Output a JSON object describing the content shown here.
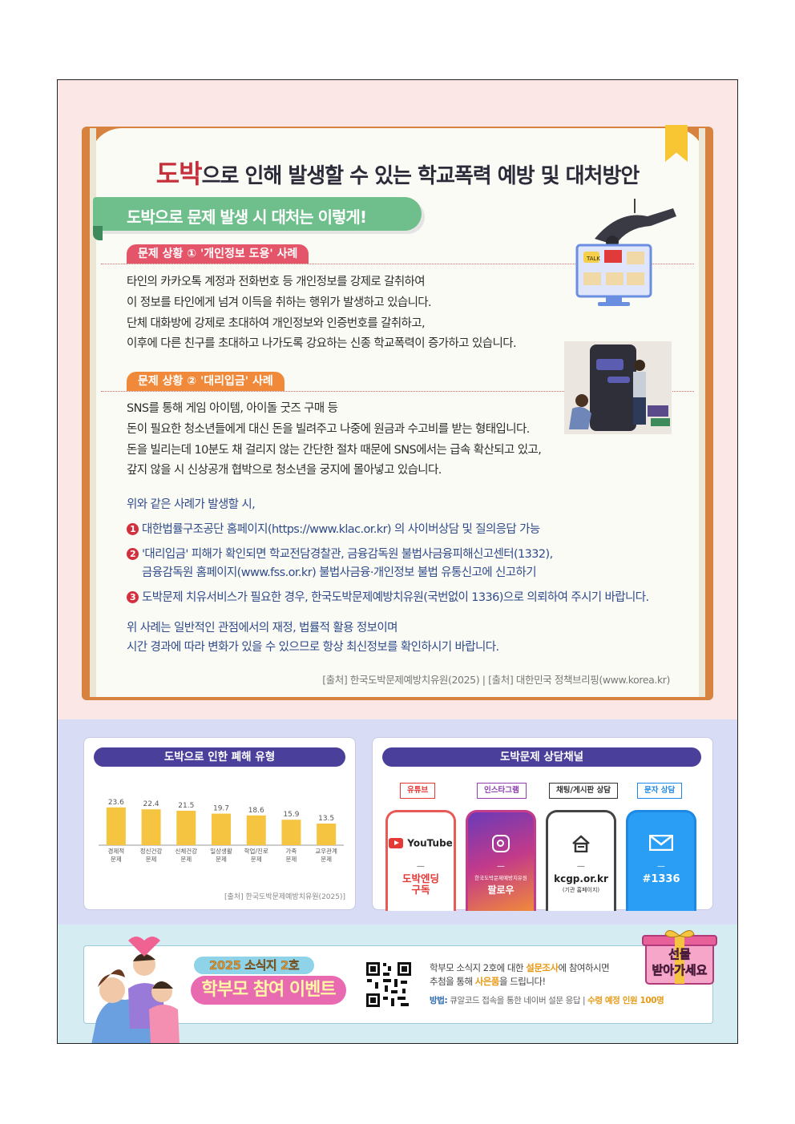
{
  "header": {
    "title_highlight": "도박",
    "title_rest": "으로 인해 발생할 수 있는 학교폭력 예방 및 대처방안",
    "banner": "도박으로 문제 발생 시 대처는 이렇게!"
  },
  "case1": {
    "tag": "문제 상황 ① '개인정보 도용' 사례",
    "lines": [
      "타인의 카카오톡 계정과 전화번호 등 개인정보를 강제로 갈취하여",
      "이 정보를 타인에게 넘겨 이득을 취하는 행위가 발생하고 있습니다.",
      "단체 대화방에 강제로 초대하여 개인정보와 인증번호를 갈취하고,",
      "이후에 다른 친구를 초대하고 나가도록 강요하는 신종 학교폭력이 증가하고 있습니다."
    ],
    "talk_label": "TALK"
  },
  "case2": {
    "tag": "문제 상황 ② '대리입금' 사례",
    "lines": [
      "SNS를 통해 게임 아이템, 아이돌 굿즈 구매 등",
      "돈이 필요한 청소년들에게 대신 돈을 빌려주고 나중에 원금과 수고비를 받는 형태입니다.",
      "돈을 빌리는데 10분도 채 걸리지 않는 간단한 절차 때문에 SNS에서는 급속 확산되고 있고,",
      "갚지 않을 시 신상공개 협박으로 청소년을 궁지에 몰아넣고 있습니다."
    ]
  },
  "guidance": {
    "intro": "위와 같은 사례가 발생할 시,",
    "item1_num": "1",
    "item1": "대한법률구조공단 홈페이지(https://www.klac.or.kr) 의 사이버상담 및 질의응답 가능",
    "item2_num": "2",
    "item2_line1": "'대리입금' 피해가 확인되면 학교전담경찰관, 금융감독원 불법사금융피해신고센터(1332),",
    "item2_line2": "금융감독원 홈페이지(www.fss.or.kr) 불법사금융·개인정보 불법 유통신고에 신고하기",
    "item3_num": "3",
    "item3": "도박문제 치유서비스가 필요한 경우, 한국도박문제예방치유원(국번없이 1336)으로 의뢰하여 주시기 바랍니다.",
    "note_line1": "위 사례는 일반적인 관점에서의 재정, 법률적 활용 정보이며",
    "note_line2": "시간 경과에 따라 변화가 있을 수 있으므로 항상 최신정보를 확인하시기 바랍니다.",
    "source": "[출처] 한국도박문제예방치유원(2025) | [출처] 대한민국 정책브리핑(www.korea.kr)"
  },
  "harm_panel": {
    "title": "도박으로 인한 폐해 유형",
    "source": "[출처] 한국도박문제예방치유원(2025)]"
  },
  "chart_data": {
    "type": "bar",
    "title": "도박으로 인한 폐해 유형",
    "categories": [
      [
        "경제적",
        "문제"
      ],
      [
        "정신건강",
        "문제"
      ],
      [
        "신체건강",
        "문제"
      ],
      [
        "일상생활",
        "문제"
      ],
      [
        "학업/진로",
        "문제"
      ],
      [
        "가족",
        "문제"
      ],
      [
        "교우관계",
        "문제"
      ]
    ],
    "values": [
      23.6,
      22.4,
      21.5,
      19.7,
      18.6,
      15.9,
      13.5
    ],
    "value_labels": [
      "23.6",
      "22.4",
      "21.5",
      "19.7",
      "18.6",
      "15.9",
      "13.5"
    ],
    "color": "#f5c542",
    "ylim": [
      0,
      30
    ],
    "grid": false
  },
  "channels": {
    "title": "도박문제 상담채널",
    "items": [
      {
        "label": "유튜브",
        "color": "#e53935",
        "icon": "youtube-icon",
        "icon_text": "YouTube",
        "caption": "도박엔딩\n구독",
        "caption_color": "#e53935"
      },
      {
        "label": "인스타그램",
        "color": "#8e3fb0",
        "icon": "instagram-icon",
        "icon_text": "",
        "small": "한국도박문제예방치유원",
        "caption": "팔로우",
        "caption_color": "#ffffff"
      },
      {
        "label": "채팅/게시판 상담",
        "color": "#333333",
        "icon": "home-chat-icon",
        "icon_text": "",
        "caption": "kcgp.or.kr",
        "small": "(기관 홈페이지)",
        "caption_color": "#222222"
      },
      {
        "label": "문자 상담",
        "color": "#1e88e5",
        "icon": "envelope-icon",
        "icon_text": "",
        "caption": "#1336",
        "caption_color": "#ffffff"
      }
    ]
  },
  "event": {
    "subtitle": "2025 소식지 2호",
    "title": "학부모 참여 이벤트",
    "text_line1_a": "학부모 소식지 2호에 대한 ",
    "text_line1_b": "설문조사",
    "text_line1_c": "에 참여하시면",
    "text_line2_a": "추첨을 통해 ",
    "text_line2_b": "사은품",
    "text_line2_c": "을 드립니다!",
    "method_label": "방법:",
    "method": " 큐알코드 접속을 통한 네이버 설문 응답 | ",
    "winners": "수령 예정 인원 100명",
    "gift_line1": "선물",
    "gift_line2": "받아가세요"
  }
}
